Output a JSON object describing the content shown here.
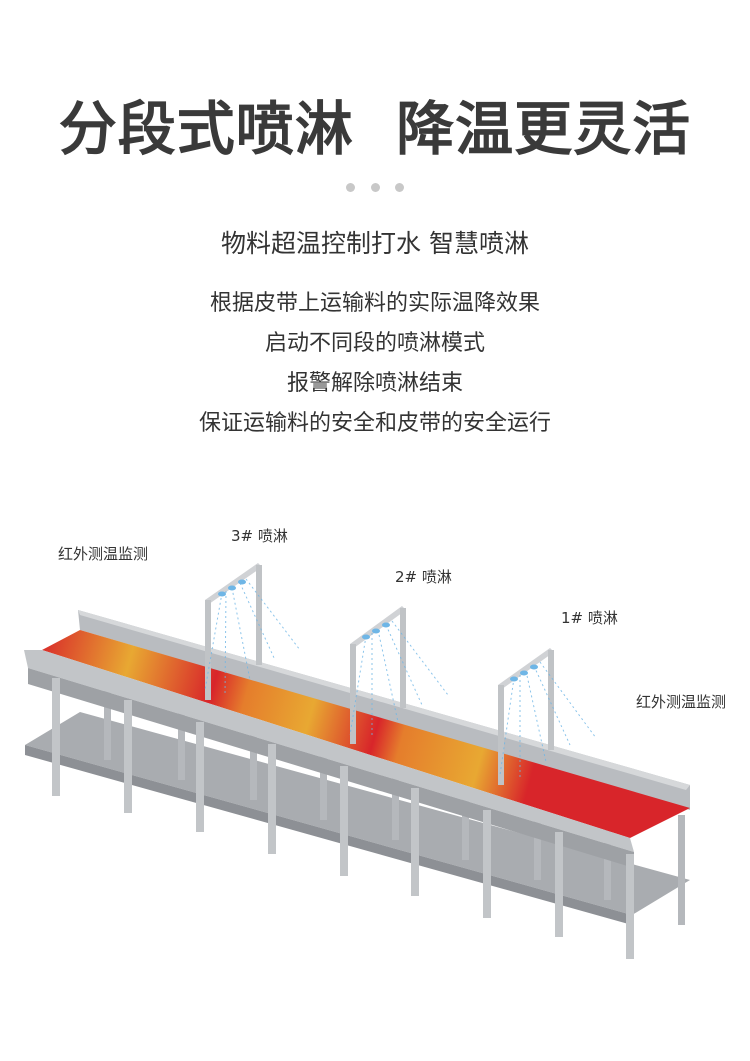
{
  "header": {
    "title": "分段式喷淋  降温更灵活",
    "subtitle": "物料超温控制打水 智慧喷淋"
  },
  "description": {
    "lines": [
      "根据皮带上运输料的实际温降效果",
      "启动不同段的喷淋模式",
      "报警解除喷淋结束",
      "保证运输料的安全和皮带的安全运行"
    ]
  },
  "diagram": {
    "labels": {
      "infrared_left": "红外测温监测",
      "spray_3": "3# 喷淋",
      "spray_2": "2# 喷淋",
      "spray_1": "1# 喷淋",
      "infrared_right": "红外测温监测"
    },
    "colors": {
      "hot": "#d8252a",
      "warm": "#e8a832",
      "frame": "#b5b8bc",
      "spray": "#6fb6e6"
    }
  }
}
